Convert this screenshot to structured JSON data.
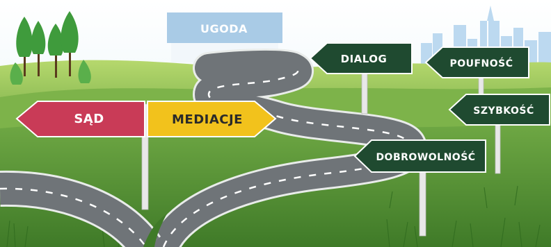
{
  "billboard": {
    "label": "UGODA"
  },
  "signs": {
    "court": "SĄD",
    "mediation": "MEDIACJE",
    "dialogue": "DIALOG",
    "confidentiality": "POUFNOŚĆ",
    "speed": "SZYBKOŚĆ",
    "voluntariness": "DOBROWOLNOŚĆ"
  },
  "colors": {
    "sky_top": "#ffffff",
    "sky_bottom": "#dff0f7",
    "hill_light": "#9cc95a",
    "hill_dark": "#5e9a3a",
    "grass": "#4f8f2f",
    "road": "#6f7478",
    "road_edge": "#e9ecea",
    "court_sign": "#c93b57",
    "mediation_sign": "#f2c21c",
    "green_sign": "#1f4a30",
    "billboard": "#a9cbe6",
    "skyline": "#bcd9f0",
    "tree": "#3f9b3c"
  }
}
